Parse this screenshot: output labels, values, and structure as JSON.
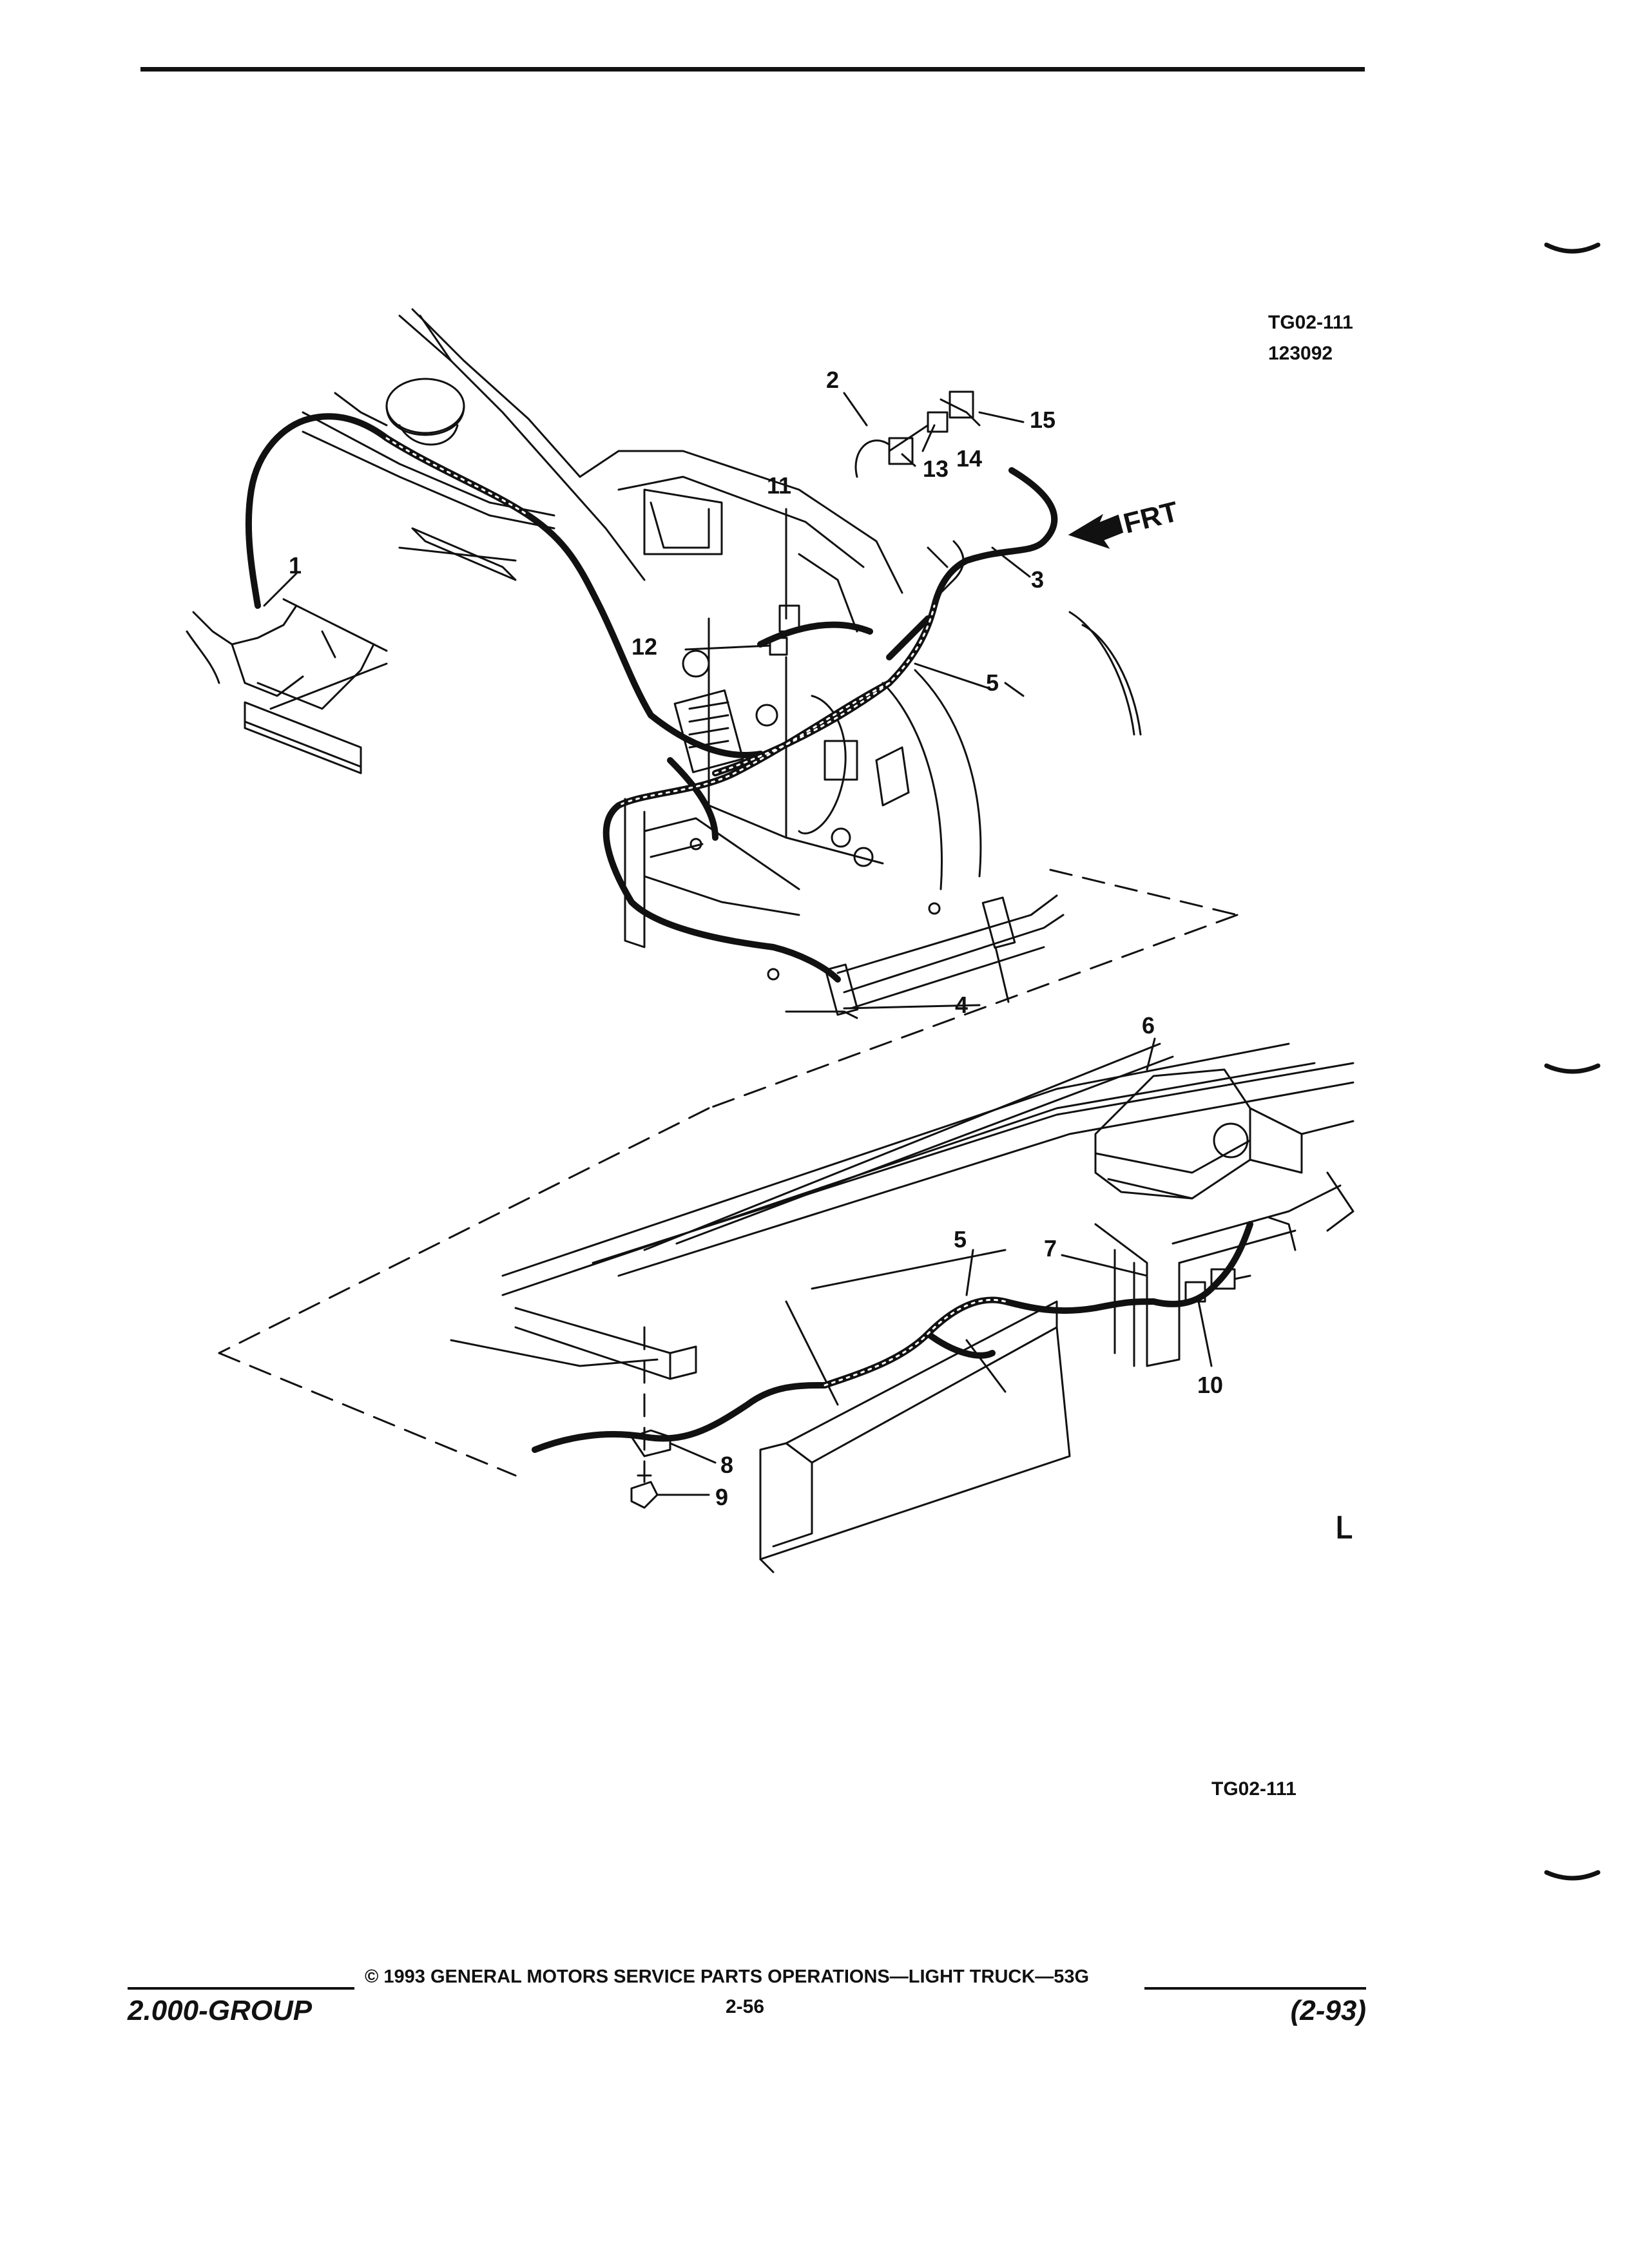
{
  "header": {
    "figure_code": "TG02-111",
    "date_code": "123092"
  },
  "diagram": {
    "callouts": [
      "1",
      "2",
      "3",
      "4",
      "5",
      "6",
      "7",
      "8",
      "9",
      "10",
      "11",
      "12",
      "13",
      "14",
      "15"
    ],
    "direction_label": "FRT"
  },
  "figure_footer_code": "TG02-111",
  "footer": {
    "copyright": "© 1993 GENERAL MOTORS SERVICE PARTS OPERATIONS—LIGHT TRUCK—53G",
    "group": "2.000-GROUP",
    "page": "2-56",
    "revision": "(2-93)"
  },
  "corner_mark": "ᒪ"
}
